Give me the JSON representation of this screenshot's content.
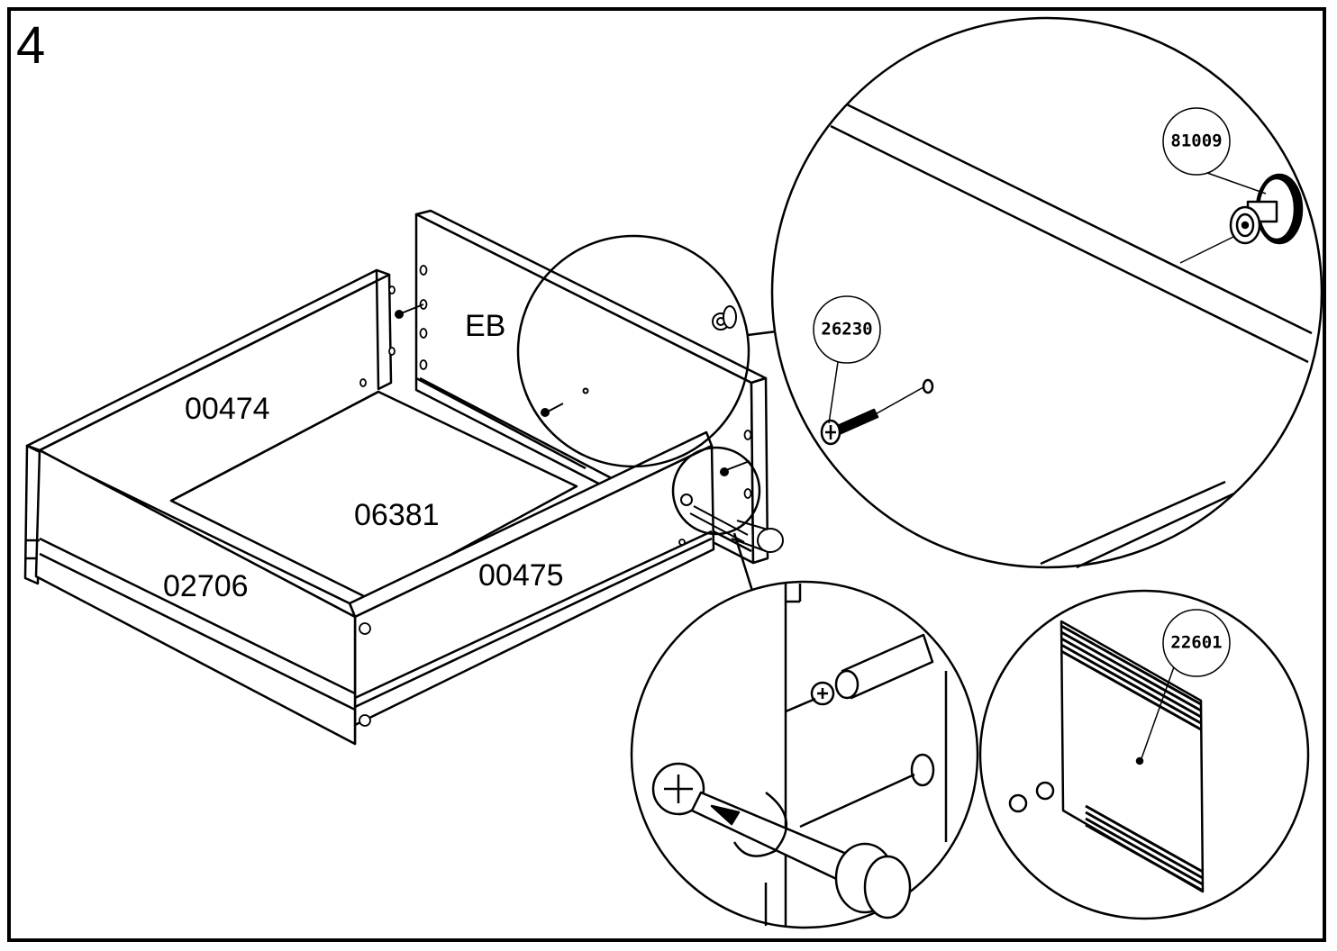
{
  "step": {
    "number": "4"
  },
  "parts": {
    "left_side": "00474",
    "bottom": "06381",
    "front": "02706",
    "right_side": "00475",
    "back_panel": "EB"
  },
  "callouts": {
    "knob": "81009",
    "screw": "26230",
    "bag": "22601"
  }
}
